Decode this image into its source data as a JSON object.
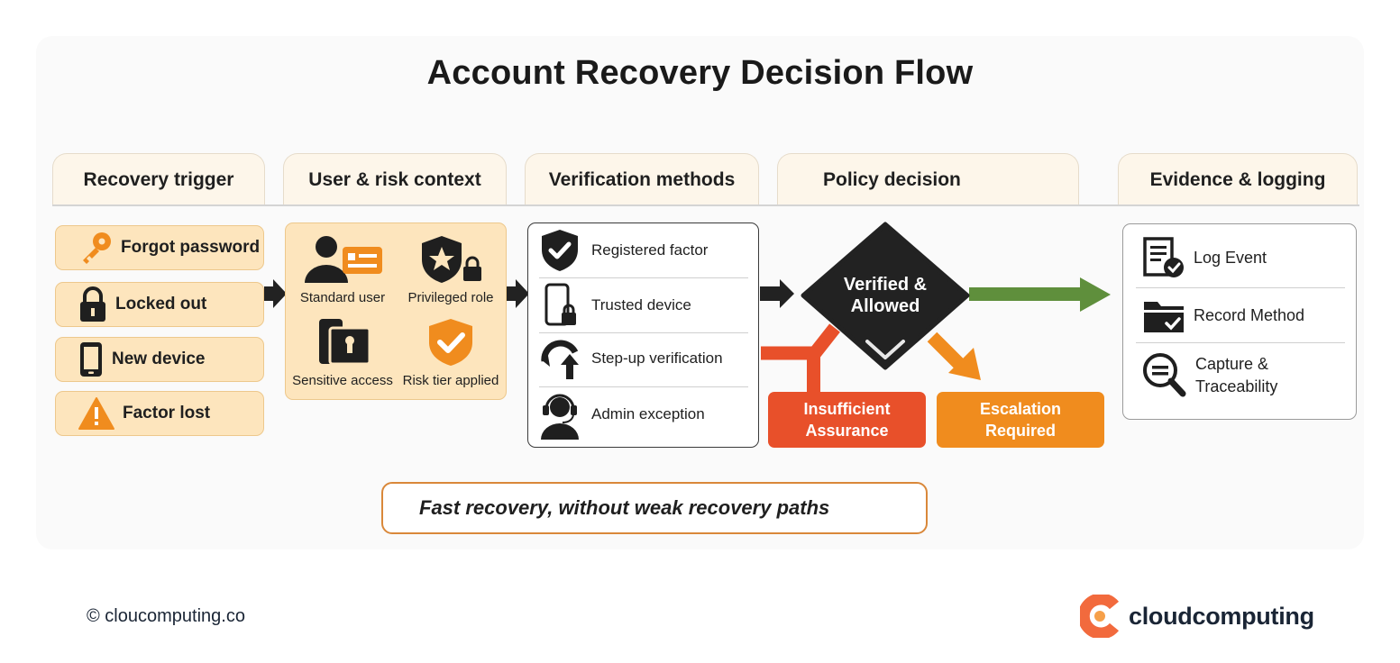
{
  "title": "Account Recovery Decision Flow",
  "columns": [
    {
      "label": "Recovery trigger"
    },
    {
      "label": "User & risk context"
    },
    {
      "label": "Verification methods"
    },
    {
      "label": "Policy decision"
    },
    {
      "label": "Evidence & logging"
    }
  ],
  "triggers": [
    {
      "label": "Forgot password",
      "icon": "key-icon"
    },
    {
      "label": "Locked out",
      "icon": "lock-icon"
    },
    {
      "label": "New device",
      "icon": "phone-icon"
    },
    {
      "label": "Factor lost",
      "icon": "warning-icon"
    }
  ],
  "context": [
    {
      "label": "Standard user",
      "icon": "user-card-icon"
    },
    {
      "label": "Privileged role",
      "icon": "shield-star-lock-icon"
    },
    {
      "label": "Sensitive access",
      "icon": "device-lock-icon"
    },
    {
      "label": "Risk tier applied",
      "icon": "shield-check-icon"
    }
  ],
  "verification": [
    {
      "label": "Registered factor",
      "icon": "shield-check-icon"
    },
    {
      "label": "Trusted device",
      "icon": "phone-lock-icon"
    },
    {
      "label": "Step-up verification",
      "icon": "step-up-icon"
    },
    {
      "label": "Admin exception",
      "icon": "headset-icon"
    }
  ],
  "decision": {
    "diamond_line1": "Verified &",
    "diamond_line2": "Allowed",
    "insufficient_line1": "Insufficient",
    "insufficient_line2": "Assurance",
    "escalation_line1": "Escalation",
    "escalation_line2": "Required"
  },
  "evidence": [
    {
      "label": "Log Event",
      "icon": "document-check-icon"
    },
    {
      "label": "Record Method",
      "icon": "folder-check-icon"
    },
    {
      "label_line1": "Capture &",
      "label_line2": "Traceability",
      "icon": "magnifier-icon"
    }
  ],
  "tagline": "Fast recovery, without weak recovery paths",
  "footer": {
    "copyright": "© cloucomputing.co",
    "brand": "cloudcomputing"
  },
  "colors": {
    "accent_orange": "#f08c1e",
    "soft_orange": "#fde5bd",
    "red": "#e8502a",
    "green": "#5f8f3c",
    "dark": "#222222"
  }
}
